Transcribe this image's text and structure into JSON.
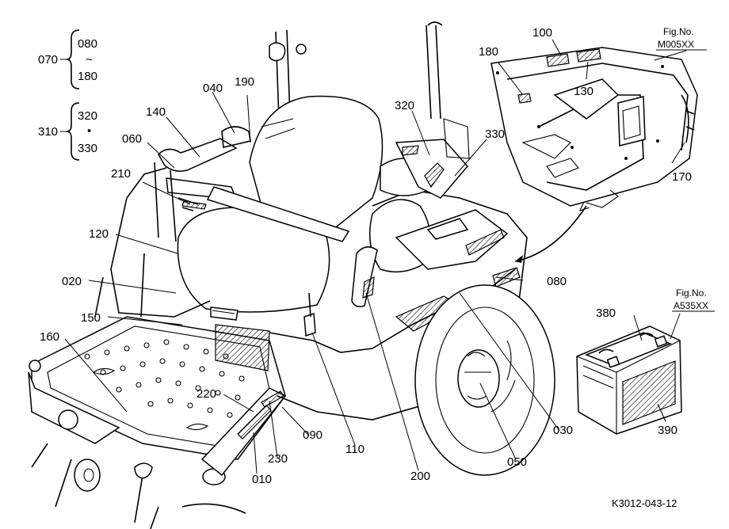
{
  "figure_refs": [
    {
      "title": "Fig.No.",
      "code": "M005XX"
    },
    {
      "title": "Fig.No.",
      "code": "A535XX"
    }
  ],
  "groups": [
    {
      "label": "070",
      "top": "080",
      "sep": "~",
      "bottom": "180"
    },
    {
      "label": "310",
      "top": "320",
      "sep": "•",
      "bottom": "330"
    }
  ],
  "callouts": [
    "100",
    "180",
    "130",
    "170",
    "040",
    "190",
    "140",
    "060",
    "210",
    "120",
    "020",
    "150",
    "160",
    "220",
    "010",
    "230",
    "090",
    "110",
    "200",
    "320",
    "330",
    "080",
    "050",
    "030",
    "380",
    "390"
  ],
  "drawing_code": "K3012-043-12"
}
